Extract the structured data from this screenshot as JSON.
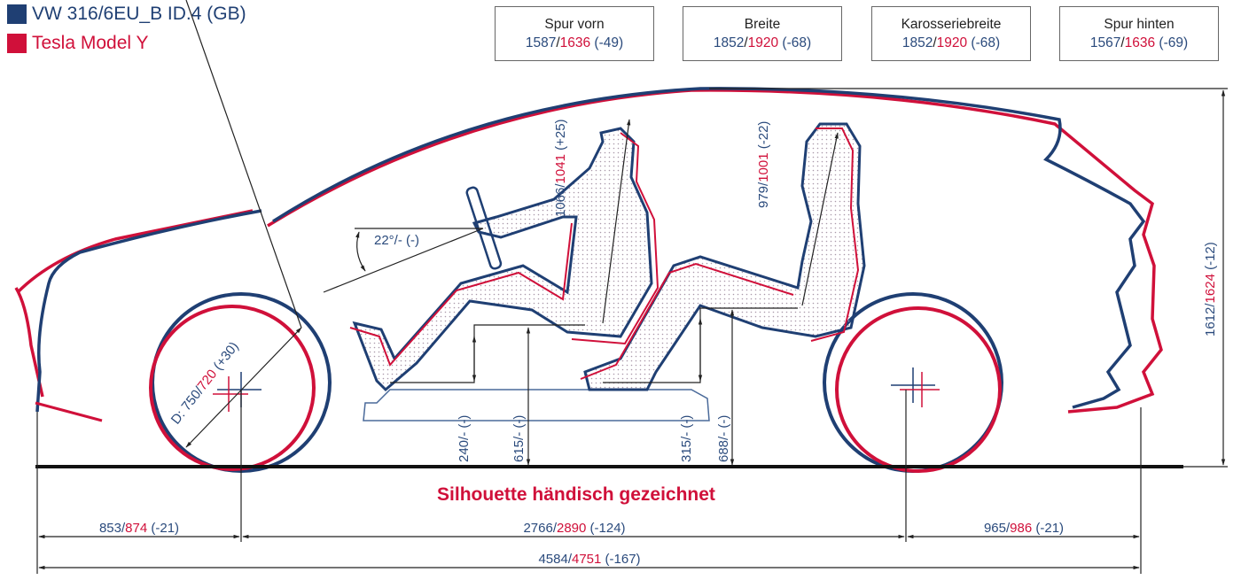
{
  "legend": [
    {
      "label": "VW 316/6EU_B ID.4 (GB)",
      "color": "#1f3f73"
    },
    {
      "label": "Tesla Model Y",
      "color": "#d0103a"
    }
  ],
  "colors": {
    "vw": "#1f3f73",
    "tesla": "#d0103a",
    "dim": "#222222"
  },
  "boxes": [
    {
      "title": "Spur vorn",
      "vw": "1587",
      "tesla": "1636",
      "diff": "(-49)"
    },
    {
      "title": "Breite",
      "vw": "1852",
      "tesla": "1920",
      "diff": "(-68)"
    },
    {
      "title": "Karosseriebreite",
      "vw": "1852",
      "tesla": "1920",
      "diff": "(-68)"
    },
    {
      "title": "Spur hinten",
      "vw": "1567",
      "tesla": "1636",
      "diff": "(-69)"
    }
  ],
  "dims": {
    "front_head": {
      "vw": "1066",
      "tesla": "1041",
      "diff": "(+25)"
    },
    "rear_head": {
      "vw": "979",
      "tesla": "1001",
      "diff": "(-22)"
    },
    "steering": {
      "text": "22°/- (-)"
    },
    "wheel": {
      "prefix": "D: ",
      "vw": "750",
      "tesla": "720",
      "diff": "(+30)"
    },
    "h240": "240/- (-)",
    "h615": "615/- (-)",
    "h315": "315/- (-)",
    "h688": "688/- (-)",
    "height": {
      "vw": "1612",
      "tesla": "1624",
      "diff": "(-12)"
    },
    "overhang_front": {
      "vw": "853",
      "tesla": "874",
      "diff": "(-21)"
    },
    "wheelbase": {
      "vw": "2766",
      "tesla": "2890",
      "diff": "(-124)"
    },
    "overhang_rear": {
      "vw": "965",
      "tesla": "986",
      "diff": "(-21)"
    },
    "length": {
      "vw": "4584",
      "tesla": "4751",
      "diff": "(-167)"
    }
  },
  "caption": "Silhouette händisch gezeichnet"
}
